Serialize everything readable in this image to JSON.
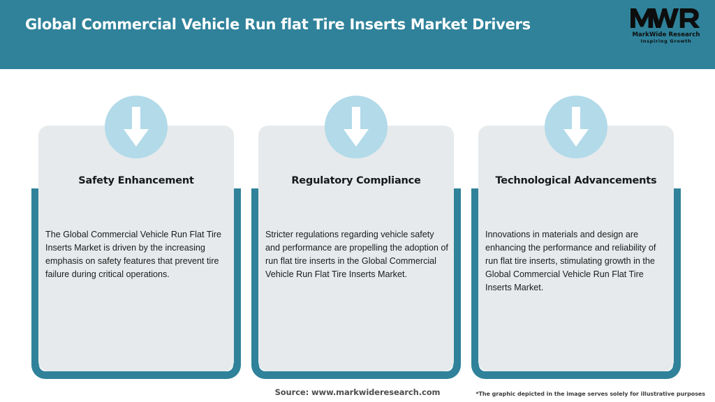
{
  "header": {
    "title": "Global Commercial Vehicle Run flat Tire Inserts Market Drivers",
    "background_color": "#2f829a",
    "text_color": "#ffffff"
  },
  "logo": {
    "mark": "MWR",
    "name": "MarkWide Research",
    "tagline": "Inspiring Growth",
    "icon": "mwr-logo-icon"
  },
  "cards": [
    {
      "icon": "down-arrow-icon",
      "title": "Safety Enhancement",
      "body": "The Global Commercial Vehicle Run Flat Tire Inserts Market is driven by the increasing emphasis on safety features that prevent tire failure during critical operations."
    },
    {
      "icon": "down-arrow-icon",
      "title": "Regulatory Compliance",
      "body": "Stricter regulations regarding vehicle safety and performance are propelling the adoption of run flat tire inserts in the Global Commercial Vehicle Run Flat Tire Inserts Market."
    },
    {
      "icon": "down-arrow-icon",
      "title": "Technological Advancements",
      "body": "Innovations in materials and design are enhancing the performance and reliability of run flat tire inserts, stimulating growth in the Global Commercial Vehicle Run Flat Tire Inserts Market."
    }
  ],
  "footer": {
    "source": "Source: www.markwideresearch.com",
    "disclaimer": "*The graphic depicted in the image serves solely for illustrative purposes"
  },
  "colors": {
    "teal": "#2f829a",
    "card_fill": "#e6eaec",
    "icon_circle": "#b2dae9",
    "arrow": "#ffffff"
  }
}
